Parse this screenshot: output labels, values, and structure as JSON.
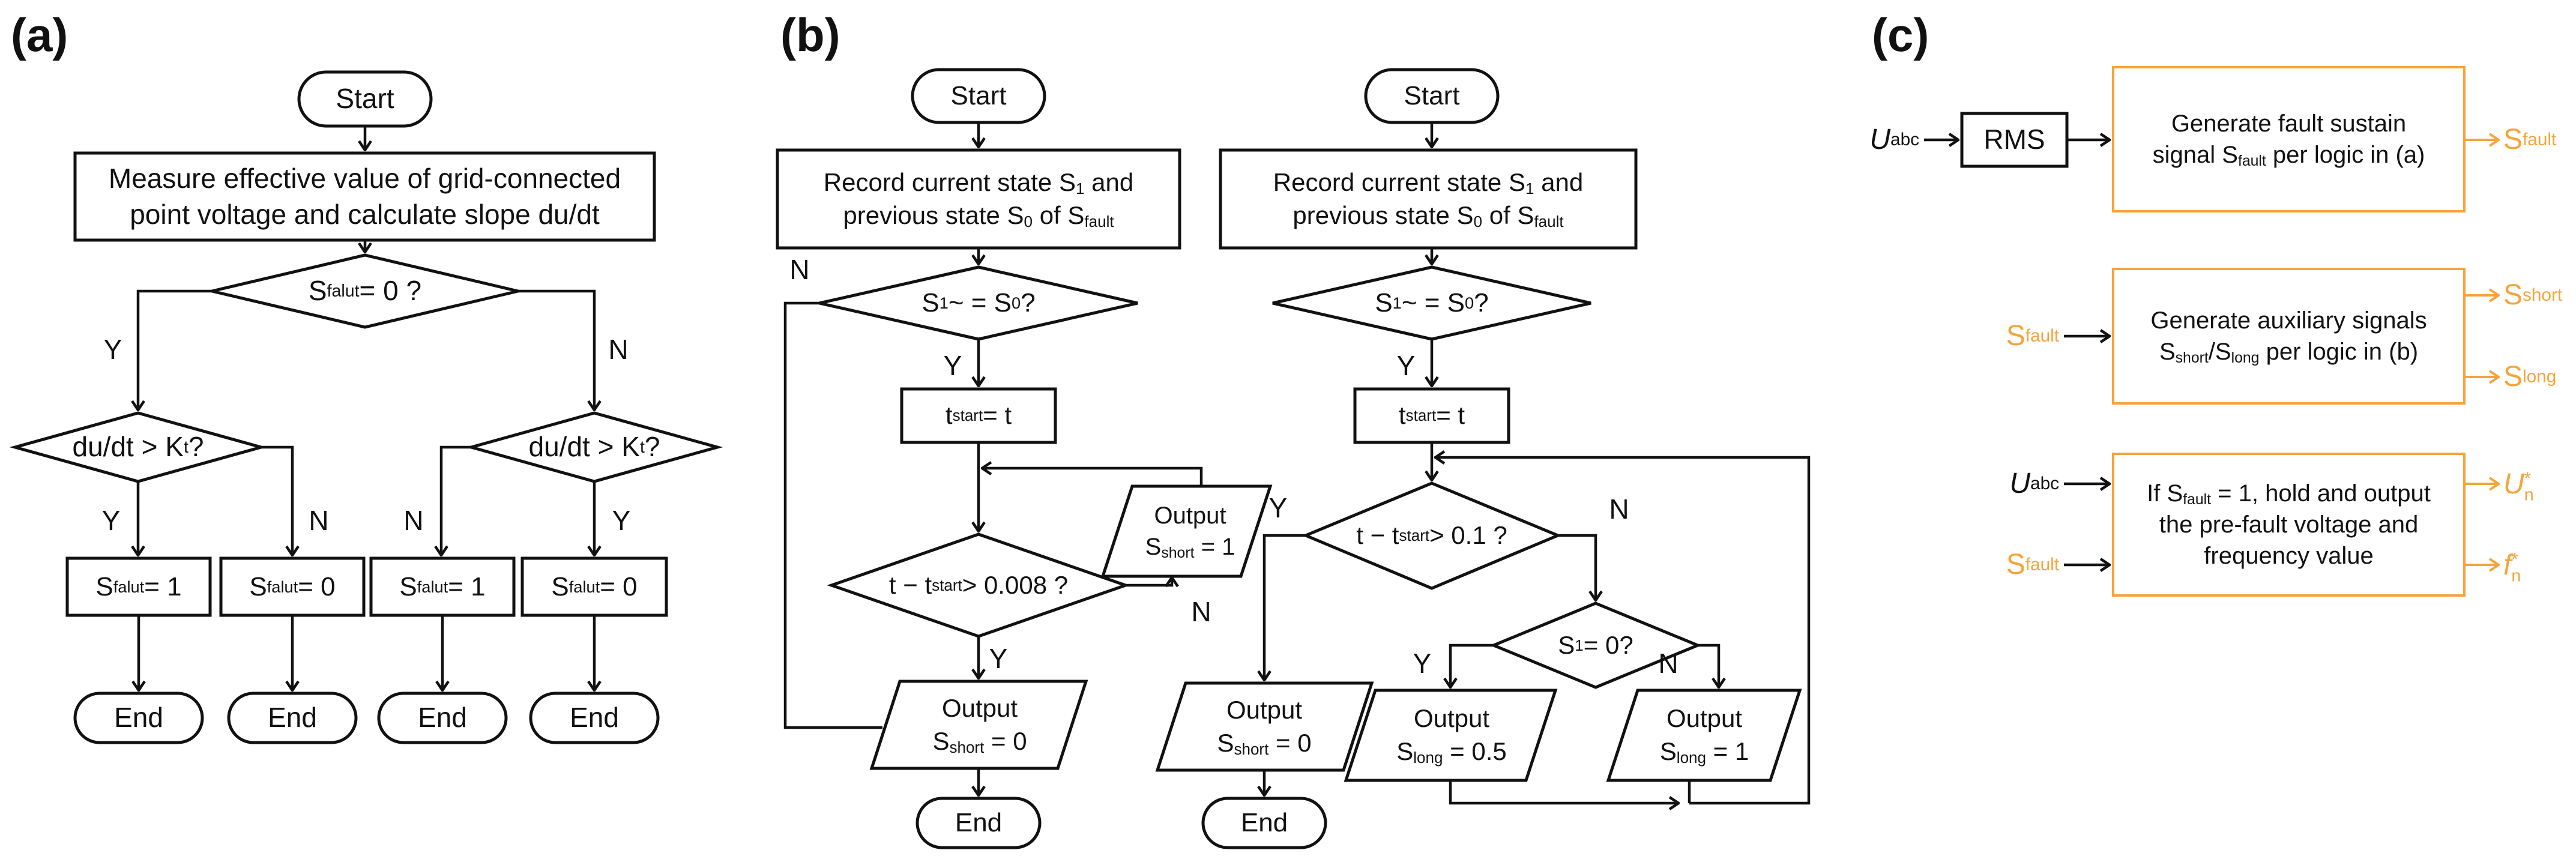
{
  "colors": {
    "accent_orange": "#F5A43C",
    "ink": "#111111"
  },
  "a": {
    "label": "(a)",
    "start": "Start",
    "end": "End",
    "yes": "Y",
    "no": "N",
    "process": {
      "l1": "Measure effective value of grid-connected",
      "l2": "point voltage and calculate slope du/dt"
    },
    "d_sfault": [
      {
        "t": "S"
      },
      {
        "t": "falut",
        "m": "sub"
      },
      {
        "t": " = 0 ?"
      }
    ],
    "d_dudt": [
      {
        "t": "du/dt > K"
      },
      {
        "t": "t",
        "m": "sub"
      },
      {
        "t": " ?"
      }
    ],
    "set1": [
      {
        "t": "S"
      },
      {
        "t": "falut",
        "m": "sub"
      },
      {
        "t": " = 1"
      }
    ],
    "set0": [
      {
        "t": "S"
      },
      {
        "t": "falut",
        "m": "sub"
      },
      {
        "t": " = 0"
      }
    ]
  },
  "b": {
    "label": "(b)",
    "start": "Start",
    "end": "End",
    "yes": "Y",
    "no": "N",
    "record": {
      "l1": [
        {
          "t": "Record current state S"
        },
        {
          "t": "1",
          "m": "sub"
        },
        {
          "t": " and"
        }
      ],
      "l2": [
        {
          "t": "previous state S"
        },
        {
          "t": "0",
          "m": "sub"
        },
        {
          "t": " of S"
        },
        {
          "t": "fault",
          "m": "sub"
        }
      ]
    },
    "d_state": [
      {
        "t": "S"
      },
      {
        "t": "1",
        "m": "sub"
      },
      {
        "t": "~ = S"
      },
      {
        "t": "0",
        "m": "sub"
      },
      {
        "t": " ?"
      }
    ],
    "tstart": [
      {
        "t": "t"
      },
      {
        "t": "start",
        "m": "sub"
      },
      {
        "t": " = t"
      }
    ],
    "d_008": [
      {
        "t": "t − t"
      },
      {
        "t": "start",
        "m": "sub"
      },
      {
        "t": " > 0.008 ?"
      }
    ],
    "d_01": [
      {
        "t": "t − t"
      },
      {
        "t": "start",
        "m": "sub"
      },
      {
        "t": " > 0.1 ?"
      }
    ],
    "d_s1": [
      {
        "t": "S"
      },
      {
        "t": "1",
        "m": "sub"
      },
      {
        "t": " = 0?"
      }
    ],
    "out_word": "Output",
    "short1": [
      {
        "t": "S"
      },
      {
        "t": "short",
        "m": "sub"
      },
      {
        "t": " = 1"
      }
    ],
    "short0": [
      {
        "t": "S"
      },
      {
        "t": "short",
        "m": "sub"
      },
      {
        "t": " = 0"
      }
    ],
    "long05": [
      {
        "t": "S"
      },
      {
        "t": "long",
        "m": "sub"
      },
      {
        "t": " = 0.5"
      }
    ],
    "long1": [
      {
        "t": "S"
      },
      {
        "t": "long",
        "m": "sub"
      },
      {
        "t": " = 1"
      }
    ]
  },
  "c": {
    "label": "(c)",
    "rms": "RMS",
    "uabc": [
      {
        "t": "U",
        "m": "i"
      },
      {
        "t": "abc",
        "m": "sub"
      }
    ],
    "sfault": [
      {
        "t": "S"
      },
      {
        "t": "fault",
        "m": "sub"
      }
    ],
    "sshort": [
      {
        "t": "S"
      },
      {
        "t": "short",
        "m": "sub"
      }
    ],
    "slong": [
      {
        "t": "S"
      },
      {
        "t": "long",
        "m": "sub"
      }
    ],
    "un": [
      {
        "t": "U",
        "m": "i"
      },
      {
        "t": "*|n",
        "m": "stk"
      }
    ],
    "fn": [
      {
        "t": "f",
        "m": "i"
      },
      {
        "t": "*|n",
        "m": "stk"
      }
    ],
    "box1": {
      "l1": "Generate fault sustain",
      "l2": [
        {
          "t": "signal S"
        },
        {
          "t": "fault",
          "m": "sub"
        },
        {
          "t": " per logic in (a)"
        }
      ]
    },
    "box2": {
      "l1": "Generate auxiliary signals",
      "l2": [
        {
          "t": "S"
        },
        {
          "t": "short",
          "m": "sub"
        },
        {
          "t": "/S"
        },
        {
          "t": "long",
          "m": "sub"
        },
        {
          "t": " per logic in (b)"
        }
      ]
    },
    "box3": {
      "l1": [
        {
          "t": "If S"
        },
        {
          "t": "fault",
          "m": "sub"
        },
        {
          "t": " = 1, hold and output"
        }
      ],
      "l2": "the pre-fault voltage and",
      "l3": "frequency value"
    }
  }
}
